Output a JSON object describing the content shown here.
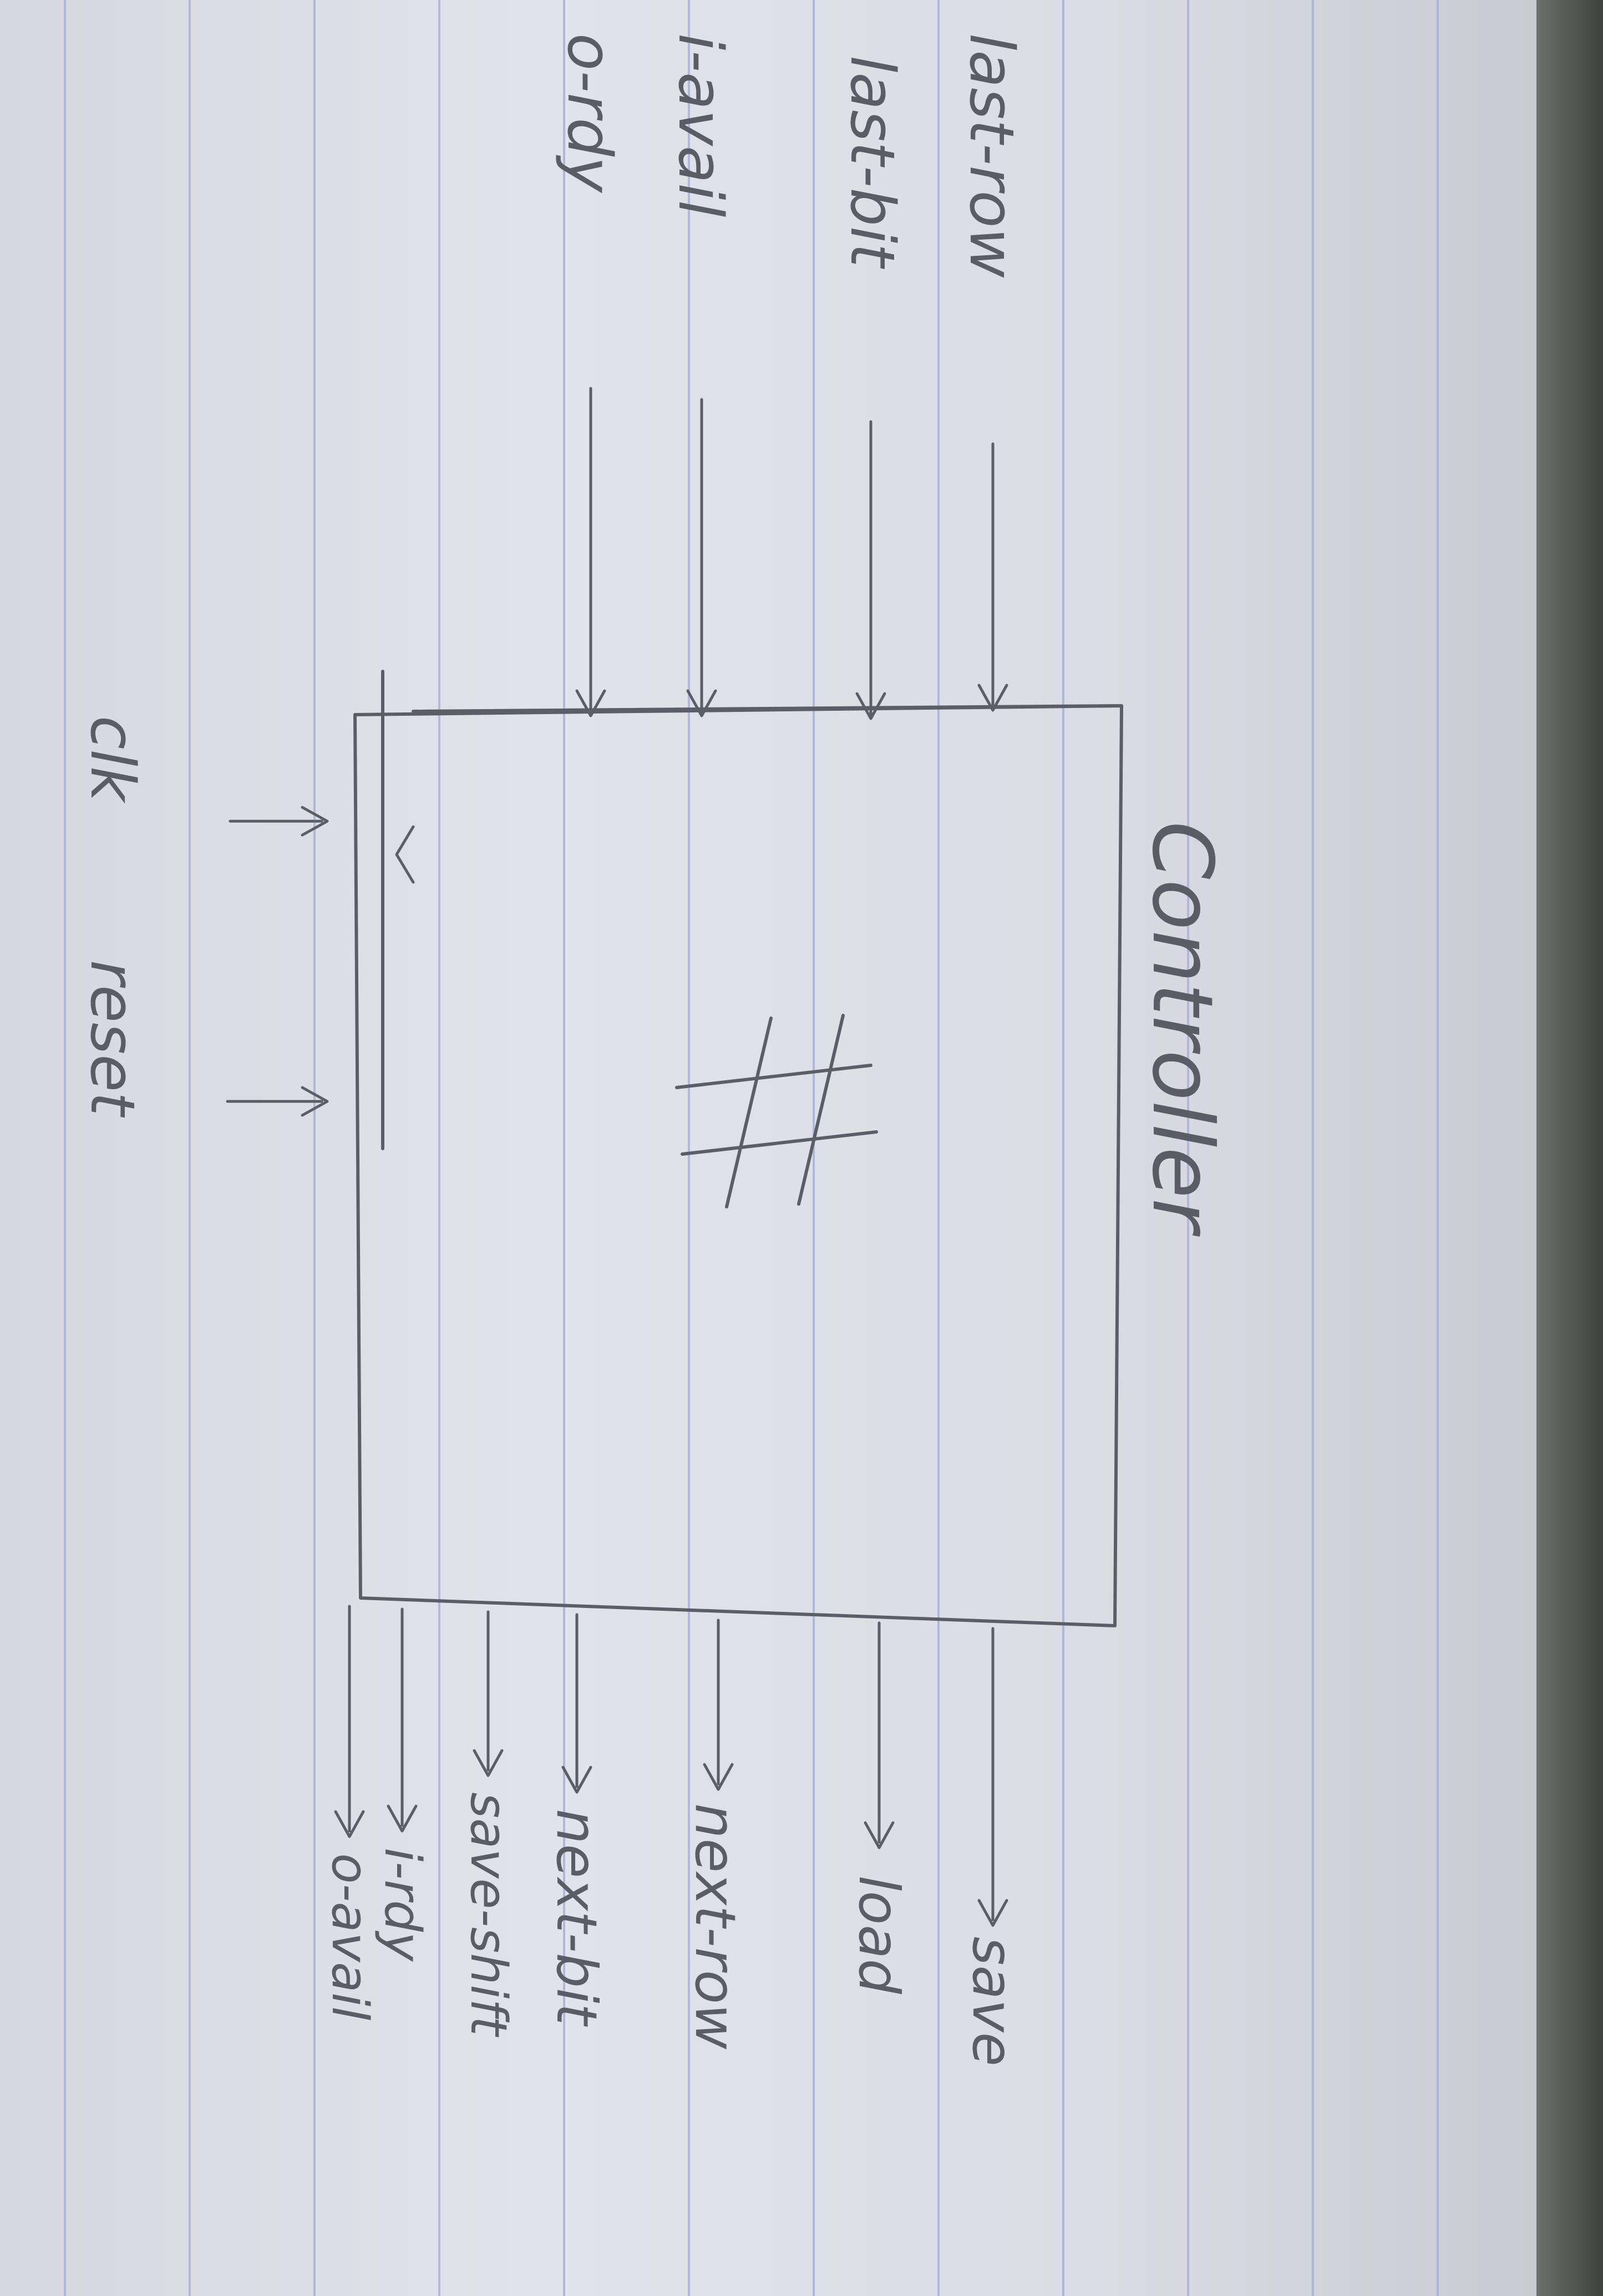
{
  "diagram": {
    "title": "Controller",
    "block_symbol": "#",
    "inputs": [
      {
        "name": "last-row"
      },
      {
        "name": "last-bit"
      },
      {
        "name": "i-avail"
      },
      {
        "name": "o-rdy"
      }
    ],
    "bottom_inputs": [
      {
        "name": "clk"
      },
      {
        "name": "reset"
      }
    ],
    "outputs": [
      {
        "name": "save"
      },
      {
        "name": "load"
      },
      {
        "name": "next-row"
      },
      {
        "name": "next-bit"
      },
      {
        "name": "save-shift"
      },
      {
        "name": "i-rdy"
      },
      {
        "name": "o-avail"
      }
    ]
  },
  "colors": {
    "paper": "#dfe0e7",
    "rule_lines": "#a7b1d6",
    "ink": "#5b5e66",
    "background": "#4a4f4c"
  }
}
